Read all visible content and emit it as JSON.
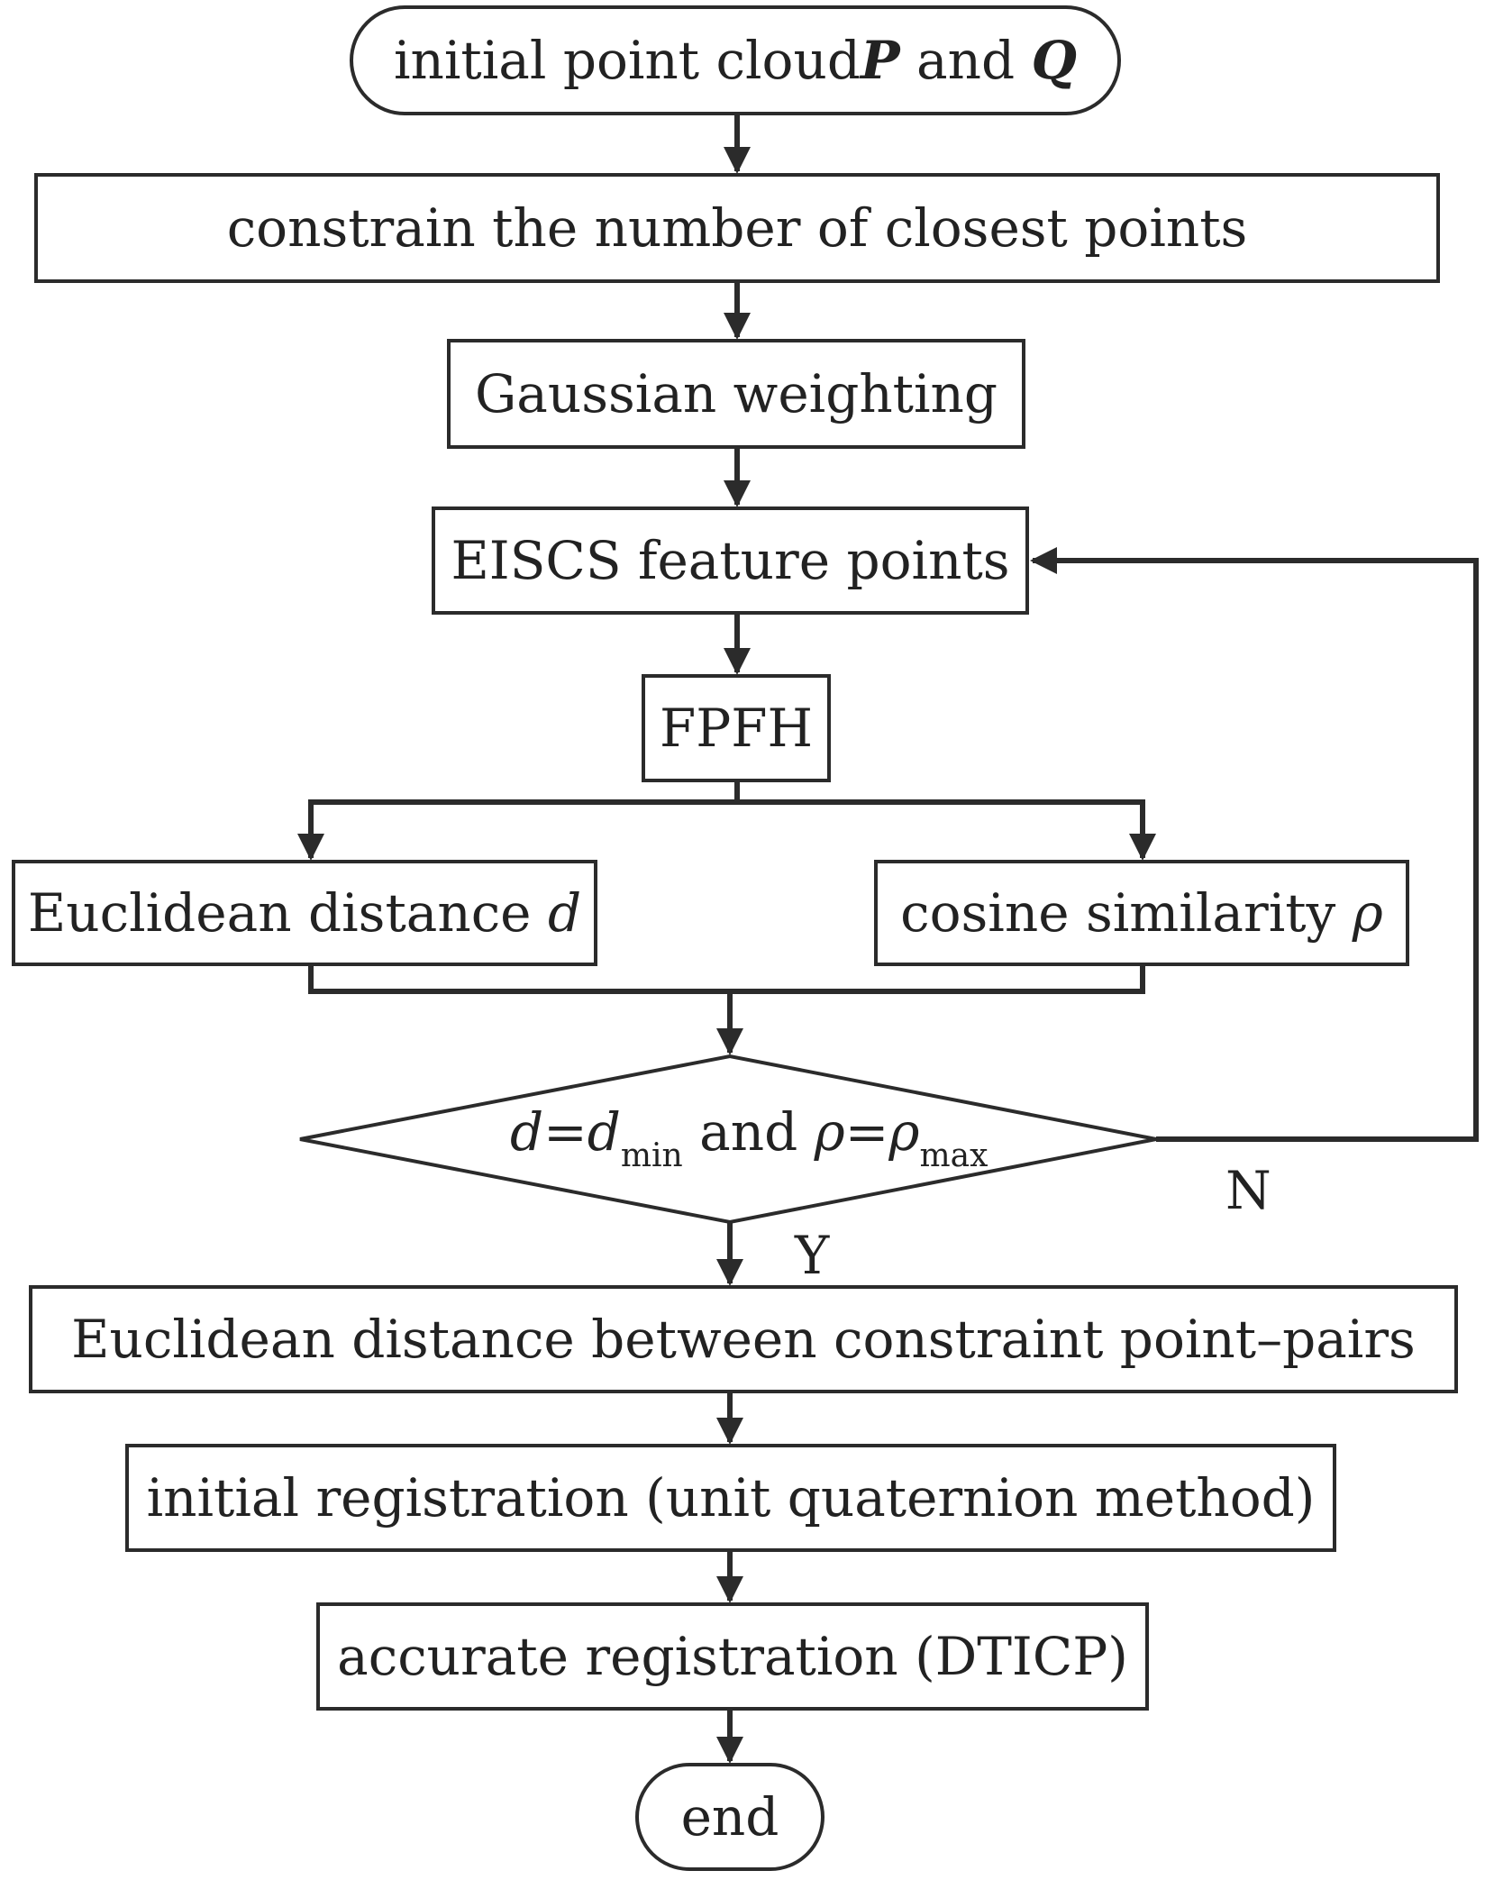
{
  "start": {
    "text_before": "initial point cloud ",
    "var1": "P",
    "text_mid": " and ",
    "var2": "Q"
  },
  "step_constrain": "constrain the number of closest points",
  "step_gaussian": "Gaussian weighting",
  "step_eiscs": "EISCS feature points",
  "step_fpfh": "FPFH",
  "euclid": {
    "text": "Euclidean distance ",
    "var": "d"
  },
  "cosine": {
    "text": "cosine similarity ",
    "var": "ρ"
  },
  "decision": {
    "d": "d",
    "eq": "=",
    "d2": "d",
    "sub_min": "min",
    "and": " and ",
    "rho": "ρ",
    "eq2": "=",
    "rho2": "ρ",
    "sub_max": "max"
  },
  "label_no": "N",
  "label_yes": "Y",
  "step_pairs": "Euclidean distance between constraint point–pairs",
  "step_initial": "initial registration (unit quaternion method)",
  "step_accurate": "accurate registration (DTICP)",
  "end": "end"
}
